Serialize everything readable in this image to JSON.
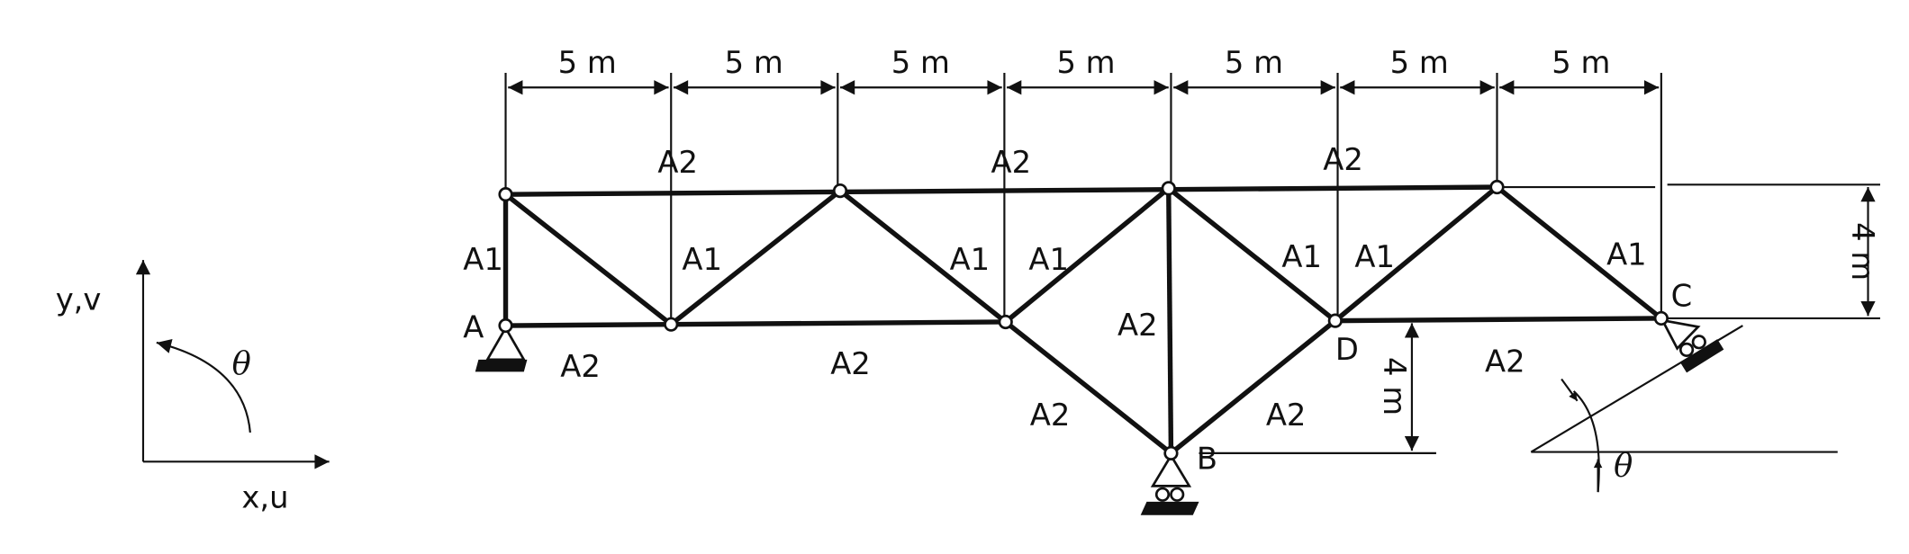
{
  "dimensions": {
    "span": "5 m",
    "height_top": "4 m",
    "height_bottom": "4 m"
  },
  "axes": {
    "y_label": "y,v",
    "x_label": "x,u",
    "angle": "θ"
  },
  "nodes": {
    "A": "A",
    "B": "B",
    "C": "C",
    "D": "D"
  },
  "members": {
    "a1": "A1",
    "a2": "A2"
  },
  "incline_angle": "θ"
}
